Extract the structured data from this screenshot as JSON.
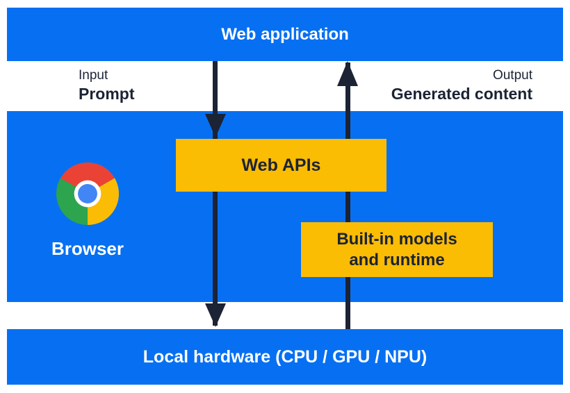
{
  "colors": {
    "blue": "#0770F2",
    "yellow": "#FBBC04",
    "navy": "#1B2334",
    "white": "#FFFFFF",
    "chrome_red": "#EA4335",
    "chrome_yellow": "#FBBC05",
    "chrome_green": "#2DA44E",
    "chrome_blue": "#4285F4"
  },
  "top_bar": {
    "label": "Web application"
  },
  "flow_labels": {
    "input_title": "Input",
    "input_value": "Prompt",
    "output_title": "Output",
    "output_value": "Generated content"
  },
  "browser_panel": {
    "browser_label": "Browser",
    "web_apis_label": "Web APIs",
    "builtin_models_line1": "Built-in models",
    "builtin_models_line2": "and runtime"
  },
  "bottom_bar": {
    "label": "Local hardware (CPU / GPU / NPU)"
  },
  "icons": {
    "chrome_logo": "chrome-browser-logo"
  }
}
